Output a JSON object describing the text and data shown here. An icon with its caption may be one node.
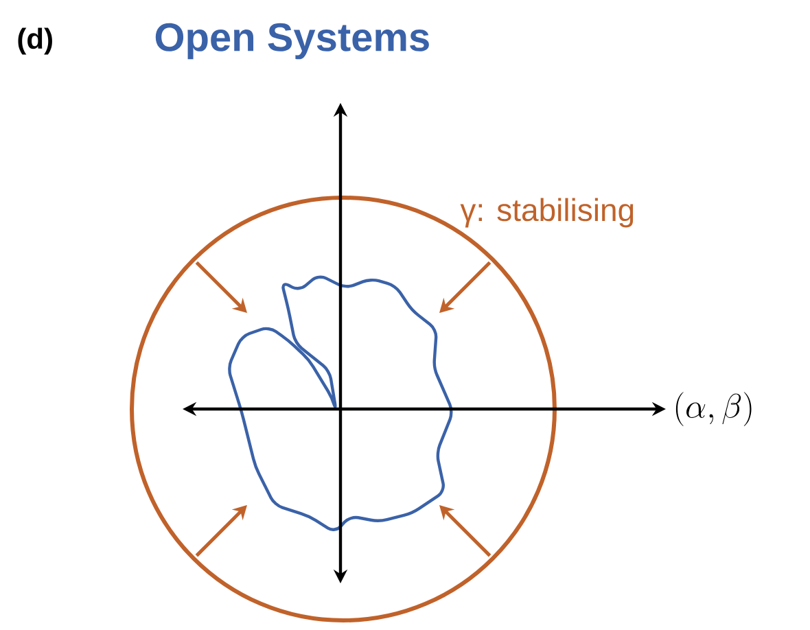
{
  "diagram": {
    "title": "Open Systems",
    "labels": [
      "(d)",
      "γ: stabilising",
      "(\\alpha, \\beta)"
    ]
  }
}
